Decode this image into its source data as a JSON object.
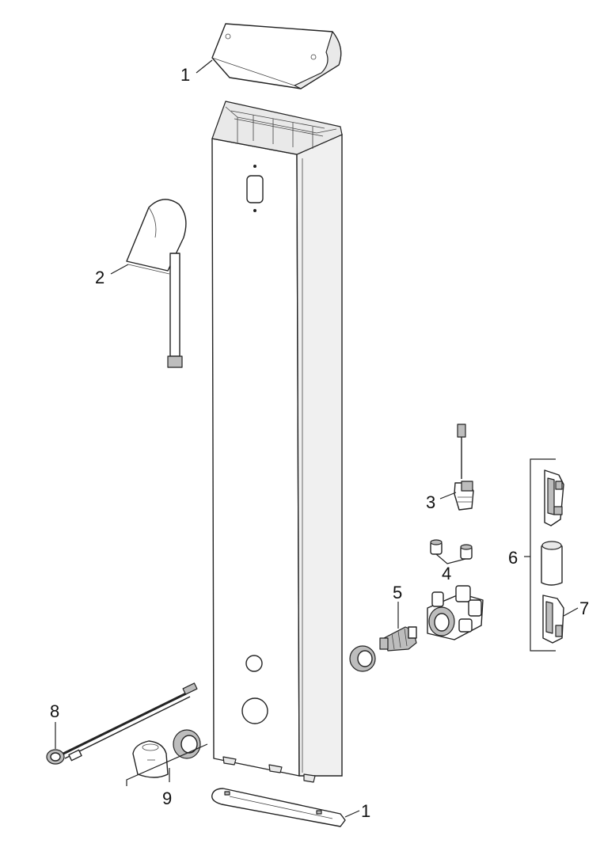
{
  "callouts": {
    "c1_top": "1",
    "c2": "2",
    "c3": "3",
    "c4": "4",
    "c5": "5",
    "c6": "6",
    "c7": "7",
    "c8": "8",
    "c9": "9",
    "c1_bottom": "1"
  },
  "colors": {
    "line": "#222222",
    "panel_face": "#ffffff",
    "panel_side": "#f0f0f0",
    "metal": "#bdbdbd"
  }
}
